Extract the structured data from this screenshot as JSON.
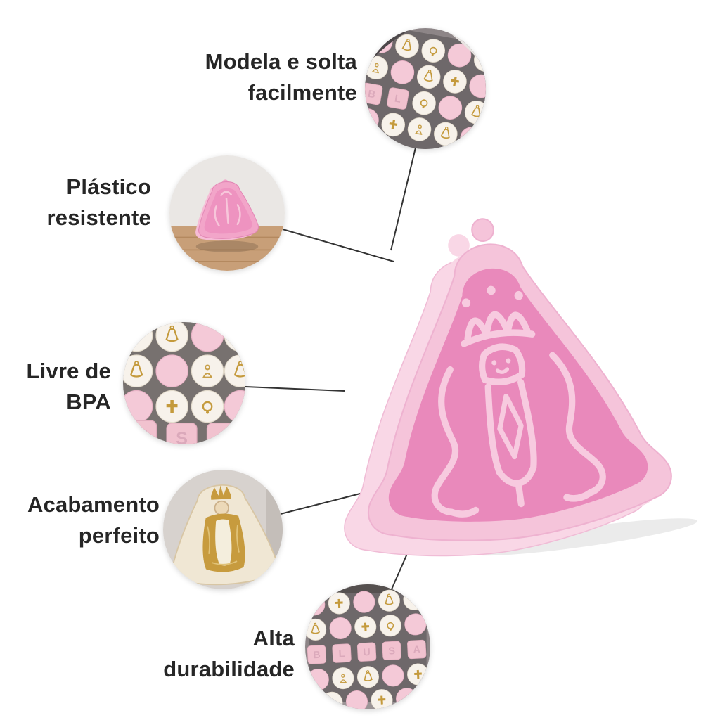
{
  "colors": {
    "background": "#ffffff",
    "text": "#262626",
    "connector": "#333333",
    "cookie_gold": "#c49a3c",
    "tile_pink": "#f1c2cf"
  },
  "product": {
    "description": "Pink 3D-printed Nossa Senhora Aparecida cookie stamp cutter",
    "body_color": "#f5c4da",
    "side_color": "#f9d7e6",
    "inner_color": "#e989bb",
    "detail_color": "#f7cadf",
    "outline_color": "#eeb2d0"
  },
  "features": [
    {
      "id": "modela",
      "label_lines": [
        "Modela e solta",
        "facilmente"
      ],
      "photo": "cookie-box-photo"
    },
    {
      "id": "plastico",
      "label_lines": [
        "Plástico",
        "resistente"
      ],
      "photo": "stamp-on-table-photo"
    },
    {
      "id": "bpa",
      "label_lines": [
        "Livre de",
        "BPA"
      ],
      "photo": "cookie-box-closeup-photo"
    },
    {
      "id": "acabamento",
      "label_lines": [
        "Acabamento",
        "perfeito"
      ],
      "photo": "decorated-cookie-photo"
    },
    {
      "id": "durabilidade",
      "label_lines": [
        "Alta",
        "durabilidade"
      ],
      "photo": "cookie-box-photo"
    }
  ],
  "cookie_tiles": [
    "B",
    "L",
    "U",
    "S",
    "A"
  ]
}
